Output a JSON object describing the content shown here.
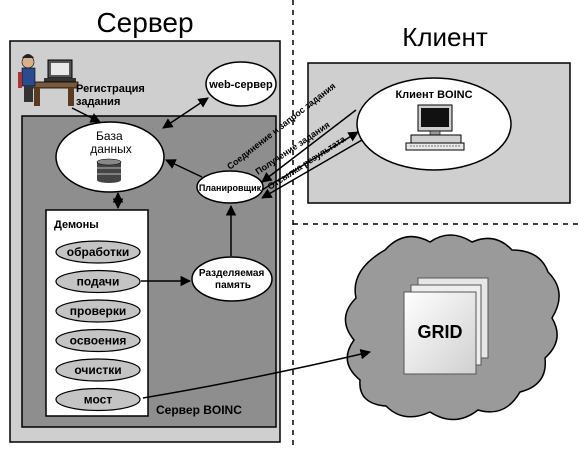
{
  "server": {
    "title": "Сервер",
    "registration_line1": "Регистрация",
    "registration_line2": "задания",
    "web_server": "web-сервер",
    "boinc_label": "Сервер BOINC",
    "database_line1": "База",
    "database_line2": "данных",
    "daemons_title": "Демоны",
    "daemons": [
      "обработки",
      "подачи",
      "проверки",
      "освоения",
      "очистки",
      "мост"
    ],
    "scheduler": "Планировщик",
    "shared_memory_line1": "Разделяемая",
    "shared_memory_line2": "память"
  },
  "client": {
    "title": "Клиент",
    "boinc_client": "Клиент BOINC"
  },
  "links": {
    "connection_request": "Соединение и запрос задания",
    "get_task": "Получение задания",
    "send_result": "Отсылка результата"
  },
  "grid": {
    "label": "GRID"
  },
  "colors": {
    "server_panel": "#cfcfcf",
    "boinc_panel": "#8e8e8e",
    "daemon_pill": "#c4c4c4",
    "grid_cloud": "#9a9a9a",
    "client_panel": "#cfcfcf"
  }
}
